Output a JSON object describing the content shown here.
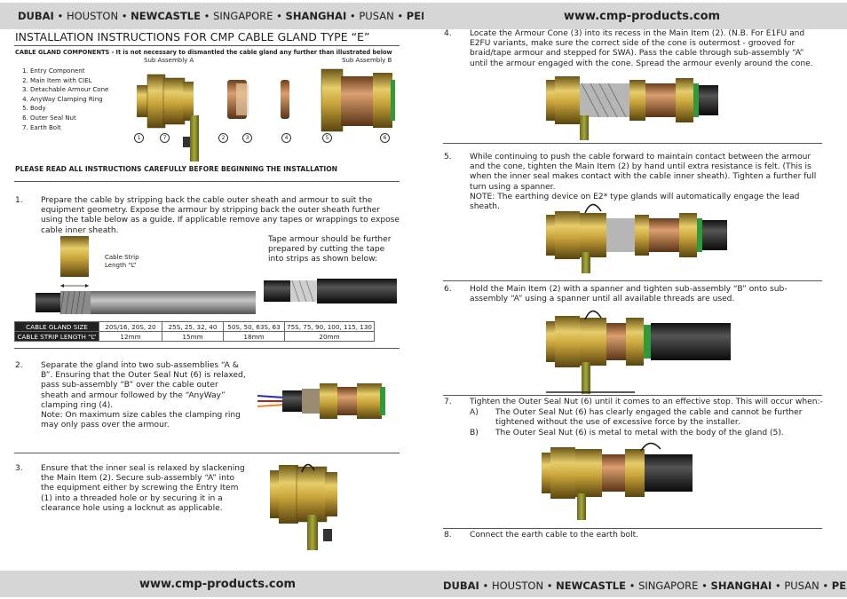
{
  "header": {
    "cities": [
      {
        "name": "DUBAI",
        "bold": true
      },
      {
        "name": "HOUSTON",
        "bold": false
      },
      {
        "name": "NEWCASTLE",
        "bold": true
      },
      {
        "name": "SINGAPORE",
        "bold": false
      },
      {
        "name": "SHANGHAI",
        "bold": true
      },
      {
        "name": "PUSAN",
        "bold": false
      },
      {
        "name": "PERTH",
        "bold": true
      }
    ],
    "url": "www.cmp-products.com"
  },
  "footer": {
    "url": "www.cmp-products.com"
  },
  "title": "INSTALLATION INSTRUCTIONS FOR CMP CABLE GLAND TYPE “E”",
  "components": {
    "heading": "CABLE GLAND COMPONENTS - It is not necessary to dismantled the cable gland any further than illustrated below",
    "sub_a": "Sub Assembly A",
    "sub_b": "Sub Assembly B",
    "items": [
      "Entry Component",
      "Main Item with CIEL",
      "Detachable Armour Cone",
      "AnyWay Clamping Ring",
      "Body",
      "Outer Seal Nut",
      "Earth Bolt"
    ],
    "callouts": [
      "1",
      "7",
      "2",
      "3",
      "4",
      "5",
      "6"
    ]
  },
  "warning": "PLEASE READ ALL INSTRUCTIONS CAREFULLY BEFORE BEGINNING THE INSTALLATION",
  "step1": {
    "num": "1.",
    "text": "Prepare the cable by stripping back the cable outer sheath and armour to suit the equipment geometry. Expose the armour by stripping back the outer sheath further using the table below as a guide.  If applicable remove any tapes or wrappings to expose cable inner sheath.",
    "strip_label_1": "Cable Strip",
    "strip_label_2": "Length “L”",
    "tape_text": "Tape armour should be further prepared by cutting the tape into strips as shown below:",
    "table": {
      "row1_label": "CABLE GLAND SIZE",
      "row2_label": "CABLE STRIP LENGTH “L”",
      "sizes": [
        "20S/16, 20S, 20",
        "25S, 25, 32, 40",
        "50S, 50, 63S, 63",
        "75S, 75, 90, 100, 115, 130"
      ],
      "lengths": [
        "12mm",
        "15mm",
        "18mm",
        "20mm"
      ]
    }
  },
  "step2": {
    "num": "2.",
    "text": "Separate the gland into two sub-assemblies “A & B”. Ensuring that the Outer Seal Nut (6) is relaxed, pass sub-assembly “B” over the cable outer sheath and armour followed by the “AnyWay” clamping ring (4).",
    "note": "Note: On maximum size cables the clamping ring may only pass over the armour."
  },
  "step3": {
    "num": "3.",
    "text": "Ensure that the inner seal is relaxed by slackening the Main Item (2). Secure sub-assembly “A” into the equipment either by screwing the Entry Item (1) into a threaded hole or by securing it in a clearance hole using a locknut as applicable."
  },
  "step4": {
    "num": "4.",
    "text": "Locate the Armour Cone (3) into its recess in the Main Item (2).  (N.B. For E1FU and E2FU variants, make sure the correct side of the cone is outermost - grooved for braid/tape armour and stepped for SWA).  Pass the cable through sub-assembly “A” until the armour engaged with the cone.  Spread the armour evenly around the cone."
  },
  "step5": {
    "num": "5.",
    "text": "While continuing to push the cable forward to maintain contact between the armour and the cone, tighten the Main Item (2) by hand until extra resistance is felt.  (This is when the inner seal makes contact with the cable inner sheath).  Tighten a further full turn using a spanner.",
    "note": "NOTE: The earthing device on E2* type glands will automatically engage the lead sheath."
  },
  "step6": {
    "num": "6.",
    "text": "Hold the Main Item (2) with a spanner and tighten sub-assembly “B” onto sub-assembly “A” using a spanner until all available threads are used."
  },
  "step7": {
    "num": "7.",
    "text": "Tighten the Outer Seal Nut (6) until it comes to an effective stop.  This will occur when:-",
    "a_label": "A)",
    "a_text": "The Outer Seal Nut (6) has clearly engaged the cable and cannot be further tightened without the use of excessive force by the installer.",
    "b_label": "B)",
    "b_text": "The Outer Seal Nut (6) is metal to metal with the body of the gland (5)."
  },
  "step8": {
    "num": "8.",
    "text": "Connect the earth cable to the earth bolt."
  },
  "colors": {
    "band": "#d6d6d6",
    "brass": "#c9a53a",
    "seal": "#2e9a3a",
    "copper": "#b87844"
  }
}
